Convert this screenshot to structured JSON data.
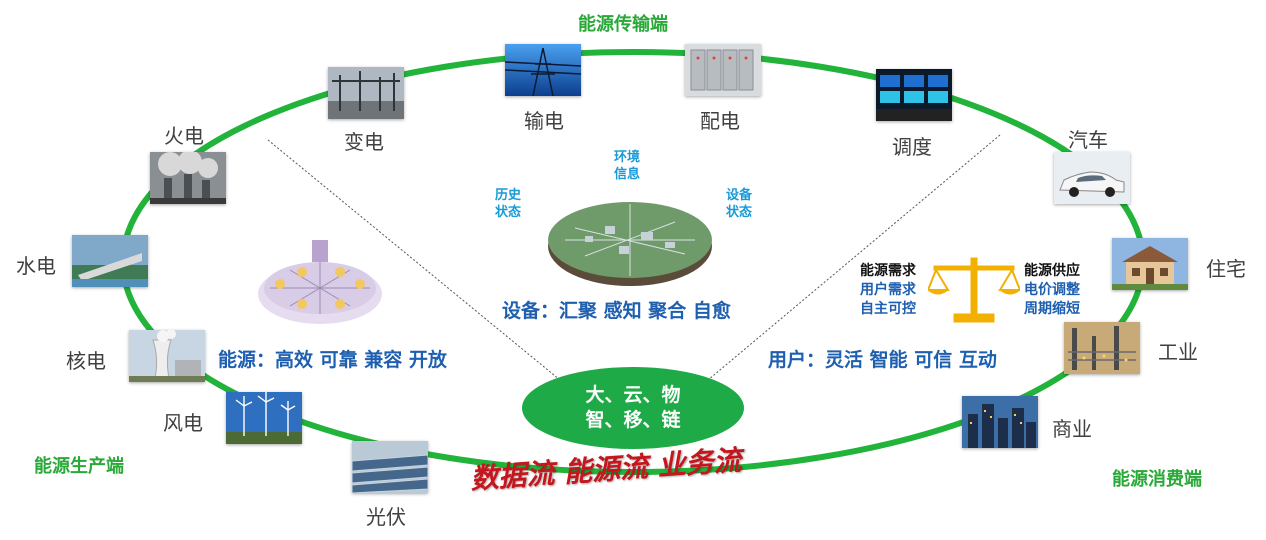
{
  "colors": {
    "ring": "#22b33a",
    "zone": "#2aa838",
    "blue": "#1f5fb0",
    "light_blue": "#1a9ad8",
    "hub": "#1faa48",
    "flow": "#c4161c",
    "balance": "#f2b000",
    "black": "#111111"
  },
  "zones": {
    "transmission": "能源传输端",
    "production": "能源生产端",
    "consumption": "能源消费端"
  },
  "nodes": {
    "substation": "变电",
    "transmission": "输电",
    "distribution": "配电",
    "dispatch": "调度",
    "thermal": "火电",
    "hydro": "水电",
    "nuclear": "核电",
    "wind": "风电",
    "solar": "光伏",
    "car": "汽车",
    "residential": "住宅",
    "industry": "工业",
    "commerce": "商业"
  },
  "center": {
    "env_info": [
      "环境",
      "信息"
    ],
    "history_state": [
      "历史",
      "状态"
    ],
    "device_state": [
      "设备",
      "状态"
    ],
    "device_slogan": "设备：汇聚 感知 聚合 自愈",
    "energy_slogan": "能源：高效 可靠 兼容 开放",
    "user_slogan": "用户：灵活 智能 可信 互动"
  },
  "balance": {
    "demand_title": "能源需求",
    "demand_lines": [
      "用户需求",
      "自主可控"
    ],
    "supply_title": "能源供应",
    "supply_lines": [
      "电价调整",
      "周期缩短"
    ]
  },
  "hub": {
    "line1": "大、云、物",
    "line2": "智、移、链"
  },
  "flow_text": "数据流 能源流 业务流"
}
